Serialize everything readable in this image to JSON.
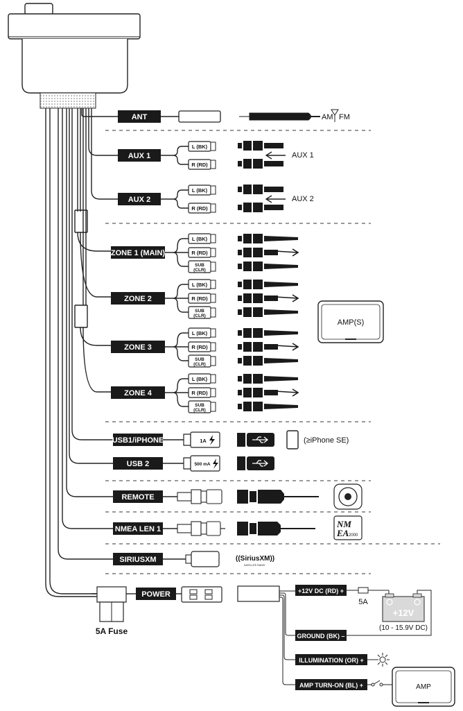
{
  "labels": {
    "ant": "ANT",
    "aux1": "AUX 1",
    "aux2": "AUX 2",
    "zone1": "ZONE 1 (MAIN)",
    "zone2": "ZONE 2",
    "zone3": "ZONE 3",
    "zone4": "ZONE 4",
    "usb1": "USB1/iPHONE",
    "usb2": "USB 2",
    "remote": "REMOTE",
    "nmea": "NMEA LEN 1",
    "siriusxm": "SIRIUSXM",
    "power": "POWER",
    "v12": "+12V DC (RD) +",
    "ground": "GROUND (BK) –",
    "illumination": "ILLUMINATION (OR) +",
    "amp_turn_on": "AMP TURN-ON (BL) +"
  },
  "tags": {
    "l_bk": "L (BK)",
    "r_rd": "R (RD)",
    "sub": "SUB",
    "clr": "(CLR)"
  },
  "text": {
    "am": "AM",
    "fm": "FM",
    "aux1_arrow": "AUX 1",
    "aux2_arrow": "AUX 2",
    "amps": "AMP(S)",
    "usb1_current": "1A",
    "usb2_current": "500 mA",
    "iphone": "(≥iPhone SE)",
    "sirius_logo": "((SiriusXM))",
    "sirius_sub": "SATELLITE RADIO",
    "nmea_logo_top": "NM",
    "nmea_logo_bottom": "EA",
    "nmea_logo_num": "2000",
    "fuse_value": "5A",
    "fuse_label": "5A Fuse",
    "battery": "+12V",
    "battery_range": "(10 - 15.9V DC)",
    "amp": "AMP"
  }
}
